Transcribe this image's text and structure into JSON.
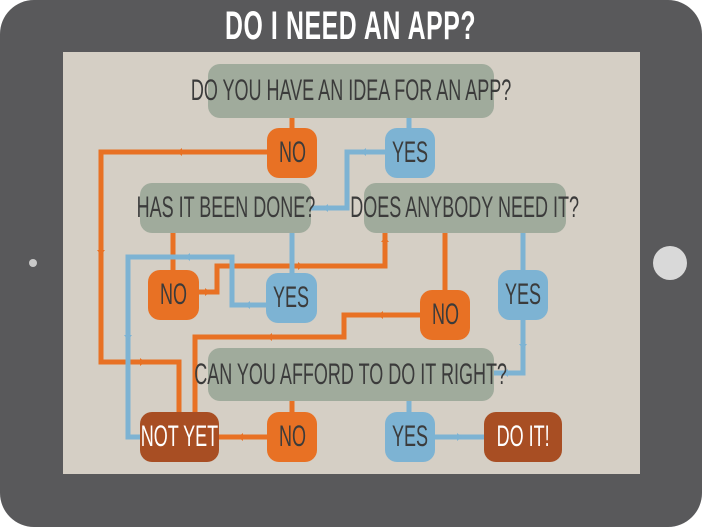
{
  "title": "DO I NEED AN APP?",
  "colors": {
    "orange": "#e87124",
    "blue": "#7db3d3",
    "gray_box": "#a0ab9c",
    "brown": "#a84e23",
    "background": "#d5cfc5",
    "frame": "#59595b"
  },
  "nodes": {
    "q_idea": "DO YOU HAVE AN IDEA FOR AN APP?",
    "q_done": "HAS IT BEEN DONE?",
    "q_need": "DOES ANYBODY NEED IT?",
    "q_afford": "CAN YOU AFFORD TO DO IT RIGHT?",
    "idea_no": "NO",
    "idea_yes": "YES",
    "done_no": "NO",
    "done_yes": "YES",
    "need_no": "NO",
    "need_yes": "YES",
    "afford_no": "NO",
    "afford_yes": "YES",
    "not_yet": "NOT YET",
    "do_it": "DO IT!"
  }
}
